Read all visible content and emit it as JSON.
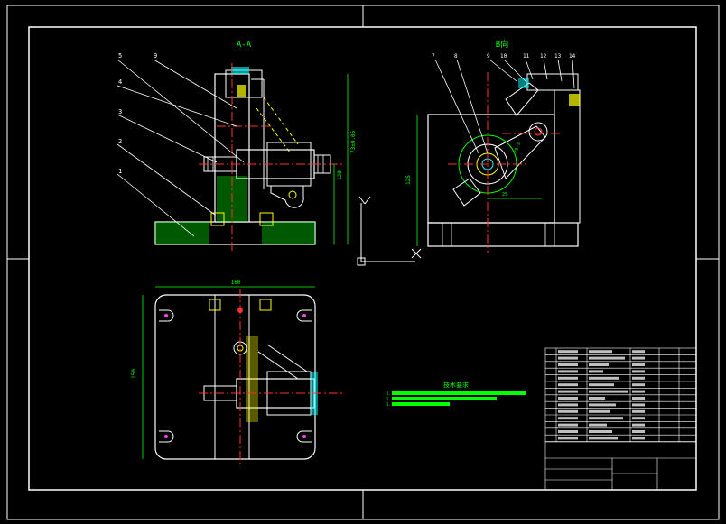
{
  "view_titles": {
    "section_a": "A-A",
    "view_b": "B向"
  },
  "balloons_left": [
    "5",
    "9",
    "4",
    "3",
    "2",
    "1"
  ],
  "balloons_right": [
    "7",
    "8",
    "9",
    "10",
    "11",
    "12",
    "13",
    "14"
  ],
  "dims": {
    "height_a": "73±0.05",
    "height_a2": "120",
    "height_b": "125",
    "bottom_b": "25",
    "width_plan": "160",
    "height_plan": "150",
    "inclined": "25.5",
    "axis_y": "Y"
  },
  "tech_req_title": "技术要求",
  "tech_req_items": [
    "1.",
    "2.",
    "3."
  ],
  "colors": {
    "green": "#00ff00",
    "white": "#ffffff",
    "red": "#ff3030",
    "yellow": "#ffff00",
    "cyan": "#00ffff",
    "magenta": "#ff40ff"
  }
}
